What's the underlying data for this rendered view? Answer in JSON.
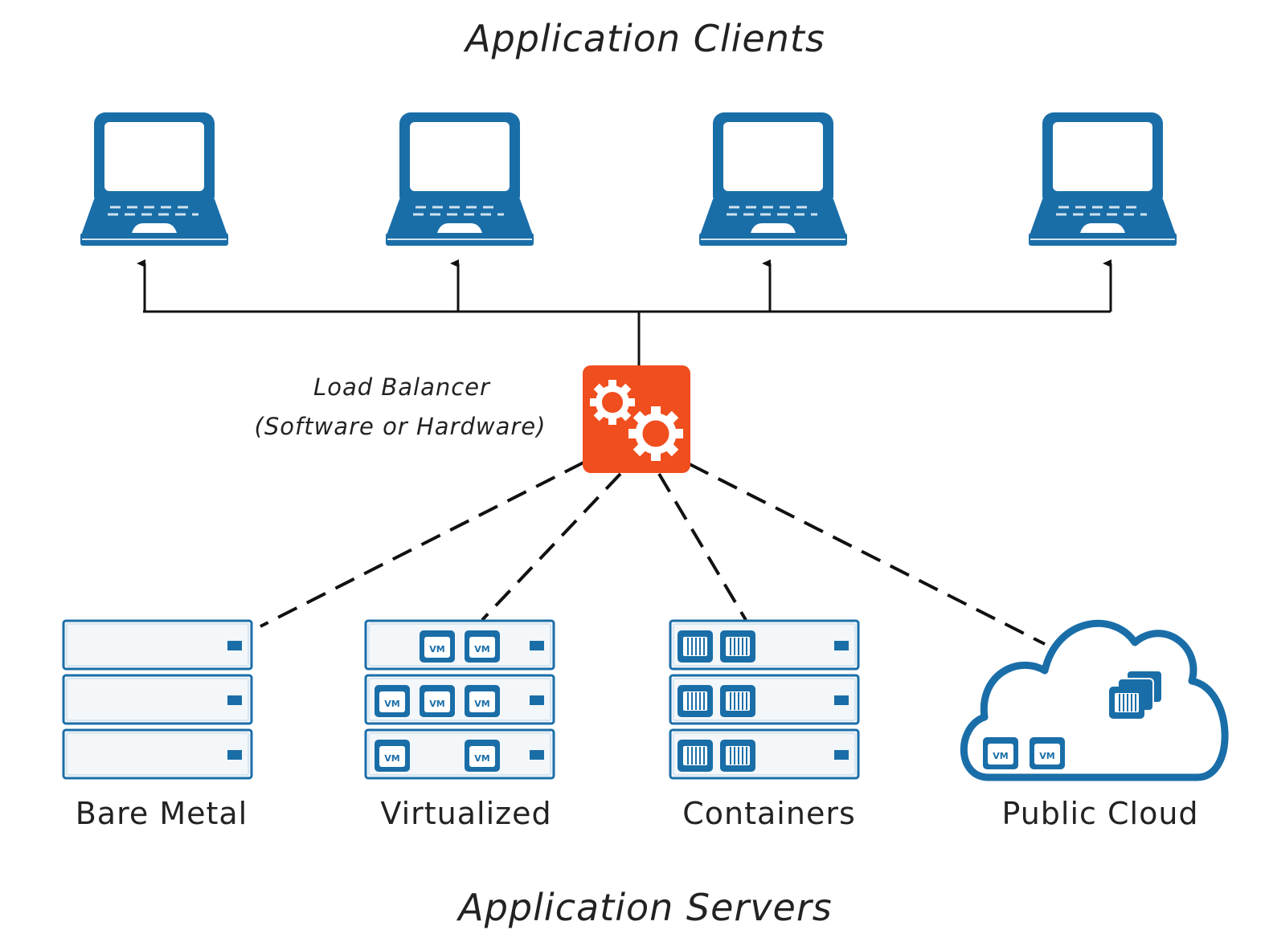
{
  "top_title": "Application Clients",
  "bottom_title": "Application Servers",
  "load_balancer": {
    "line1": "Load Balancer",
    "line2": "(Software or Hardware)",
    "icon": "gears-icon",
    "color": "#f04e1e"
  },
  "clients": [
    {
      "icon": "laptop-icon"
    },
    {
      "icon": "laptop-icon"
    },
    {
      "icon": "laptop-icon"
    },
    {
      "icon": "laptop-icon"
    }
  ],
  "servers": [
    {
      "label": "Bare Metal",
      "icon": "server-rack-icon"
    },
    {
      "label": "Virtualized",
      "icon": "server-rack-vm-icon"
    },
    {
      "label": "Containers",
      "icon": "server-rack-container-icon"
    },
    {
      "label": "Public Cloud",
      "icon": "cloud-icon"
    }
  ],
  "vm_label": "VM",
  "colors": {
    "primary": "#1a6ea8",
    "server_fill": "#f3f7fa",
    "line": "#111111"
  }
}
